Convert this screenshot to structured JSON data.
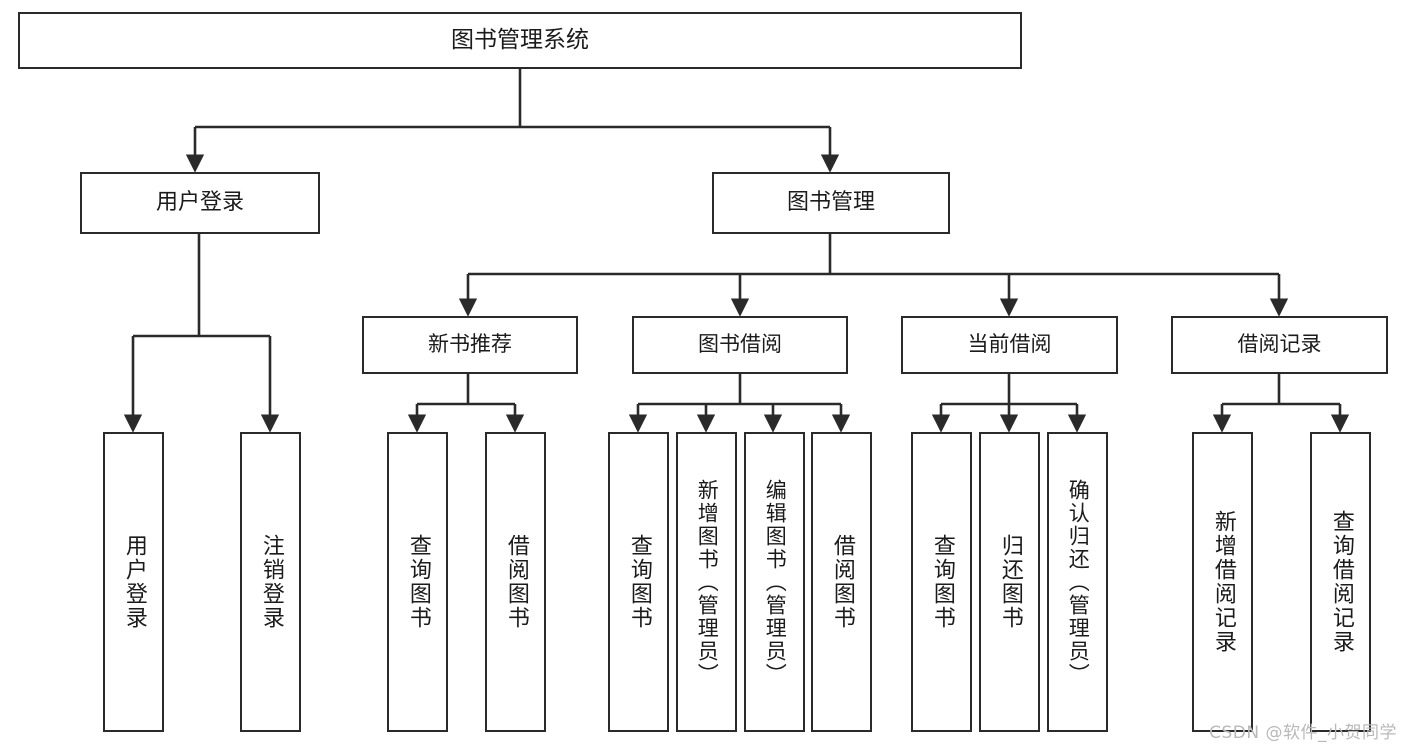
{
  "diagram": {
    "title": "图书管理系统",
    "type": "tree-hierarchy",
    "watermark": "CSDN @软件_小贺同学",
    "colors": {
      "stroke": "#2a2a2a",
      "fill": "#ffffff",
      "text": "#1b1b1b",
      "watermark": "#b9b9b9"
    },
    "root": {
      "label": "图书管理系统"
    },
    "level1": [
      {
        "id": "user-login",
        "label": "用户登录"
      },
      {
        "id": "book-manage",
        "label": "图书管理"
      }
    ],
    "level2": [
      {
        "id": "new-book-recommend",
        "label": "新书推荐"
      },
      {
        "id": "book-borrow",
        "label": "图书借阅"
      },
      {
        "id": "current-borrow",
        "label": "当前借阅"
      },
      {
        "id": "borrow-record",
        "label": "借阅记录"
      }
    ],
    "leaves": [
      {
        "id": "leaf-user-login",
        "label": "用户登录",
        "parent": "user-login"
      },
      {
        "id": "leaf-user-logout",
        "label": "注销登录",
        "parent": "user-login"
      },
      {
        "id": "leaf-query-book-1",
        "label": "查询图书",
        "parent": "new-book-recommend"
      },
      {
        "id": "leaf-borrow-book-1",
        "label": "借阅图书",
        "parent": "new-book-recommend"
      },
      {
        "id": "leaf-query-book-2",
        "label": "查询图书",
        "parent": "book-borrow"
      },
      {
        "id": "leaf-add-book",
        "label": "新增图书（管理员）",
        "parent": "book-borrow"
      },
      {
        "id": "leaf-edit-book",
        "label": "编辑图书（管理员）",
        "parent": "book-borrow"
      },
      {
        "id": "leaf-borrow-book-2",
        "label": "借阅图书",
        "parent": "book-borrow"
      },
      {
        "id": "leaf-query-book-3",
        "label": "查询图书",
        "parent": "current-borrow"
      },
      {
        "id": "leaf-return-book",
        "label": "归还图书",
        "parent": "current-borrow"
      },
      {
        "id": "leaf-confirm-return",
        "label": "确认归还（管理员）",
        "parent": "current-borrow"
      },
      {
        "id": "leaf-add-record",
        "label": "新增借阅记录",
        "parent": "borrow-record"
      },
      {
        "id": "leaf-query-record",
        "label": "查询借阅记录",
        "parent": "borrow-record"
      }
    ]
  }
}
